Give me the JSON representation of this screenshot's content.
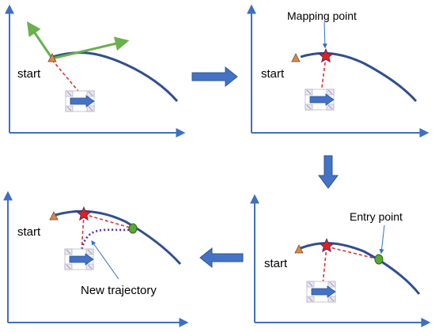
{
  "panels": {
    "p1": {
      "start_label": "start"
    },
    "p2": {
      "start_label": "start",
      "mapping_label": "Mapping point"
    },
    "p3": {
      "start_label": "start",
      "mapping_label": "",
      "entry_label": "Entry point"
    },
    "p4": {
      "start_label": "start",
      "trajectory_label": "New trajectory"
    }
  },
  "colors": {
    "axis": "#3f6fbf",
    "curve": "#2f4f8f",
    "arrow": "#4472c4",
    "start_marker": "#d98a4a",
    "mapping_star": "#e02020",
    "entry_point": "#5aa832",
    "dashed_link": "#e03030",
    "new_traj": "#5a2fb0",
    "heading_vectors": "#6ab04c"
  },
  "icons": [
    "vehicle-icon",
    "start-triangle-icon",
    "mapping-star-icon",
    "entry-point-icon",
    "flow-arrow-icon"
  ]
}
